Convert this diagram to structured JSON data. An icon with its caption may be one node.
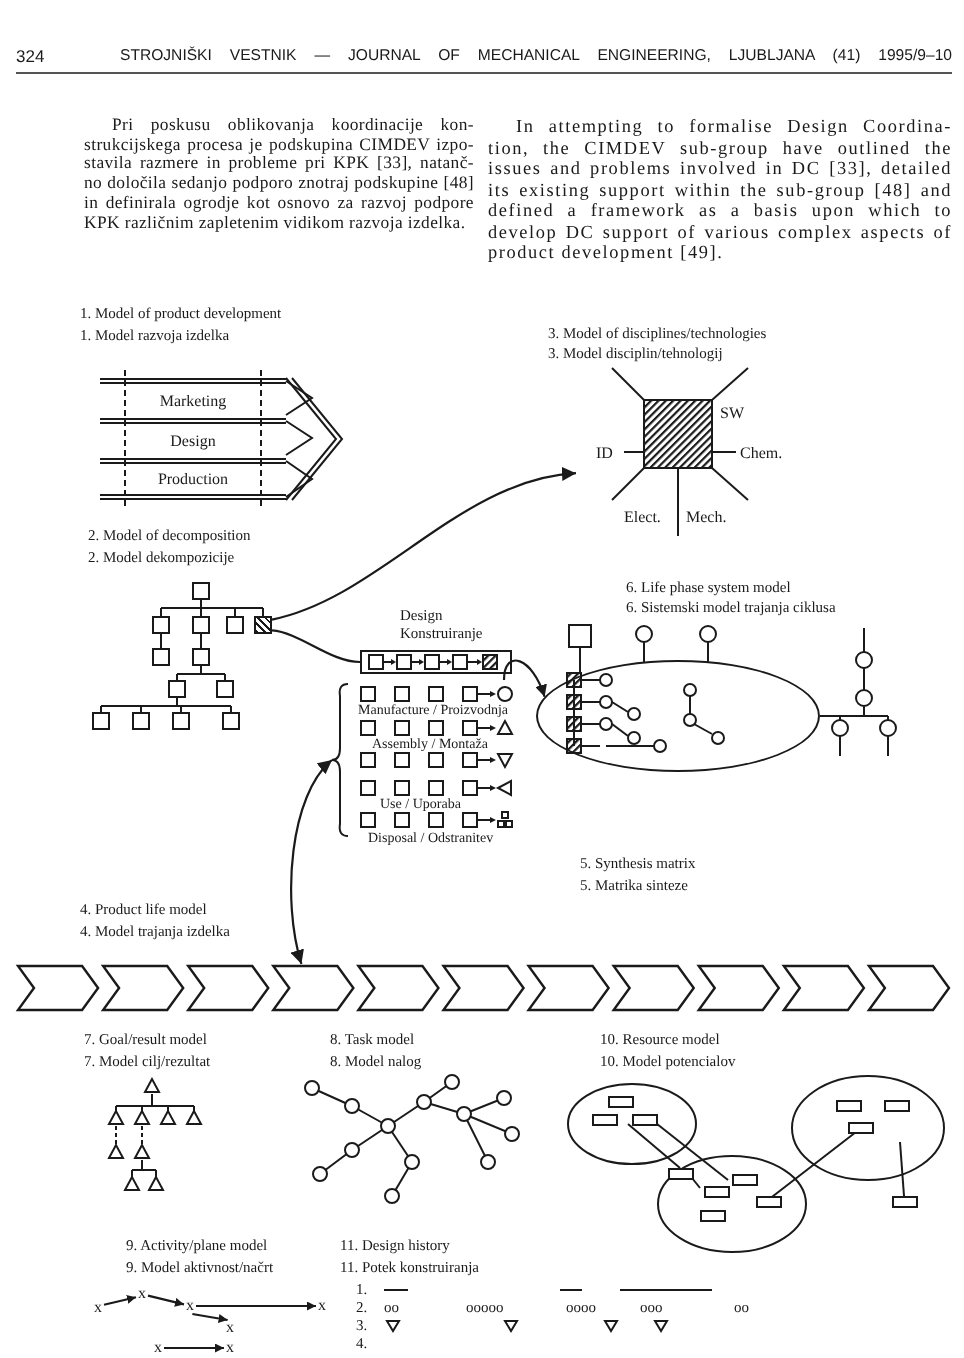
{
  "diagram": {
    "nodes": [
      {
        "text": [
          "Marketing"
        ]
      },
      {
        "text": [
          "Design"
        ]
      },
      {
        "text": [
          "Production"
        ]
      },
      {
        "text": [],
        "shape": "box"
      },
      {
        "text": [
          "Design",
          "Konstruiranje"
        ]
      },
      {
        "text": [
          "SW",
          "ID",
          "Chem.",
          "Elect.",
          "Mech."
        ],
        "beside": [
          "3. Model of disciplines/technologies",
          "3. Model disciplin/tehnologij"
        ]
      },
      {
        "text": [],
        "shape": "ellipse",
        "beside": [
          "6. Life phase system model",
          "6. Sistemski model trajanja ciklusa"
        ]
      },
      {
        "text": [
          "Manufacture / Proizvodnja",
          "Assembly / Montaža",
          "Use / Uporaba",
          "Disposal / Odstranitev"
        ],
        "beside": [
          "5. Synthesis matrix",
          "5. Matrika sinteze"
        ]
      },
      {
        "text": [],
        "shape": "chevron",
        "beside": [
          "4. Product life model",
          "4. Model trajanja izdelka"
        ]
      },
      {
        "text": [
          "x"
        ]
      },
      {
        "text": [
          "x"
        ]
      },
      {
        "text": [
          "x"
        ]
      },
      {
        "text": [
          "x"
        ]
      },
      {
        "text": [
          "x"
        ]
      },
      {
        "text": [
          "x"
        ]
      },
      {
        "text": [
          "x"
        ]
      }
    ],
    "edges": [
      {
        "from": 3,
        "to": 5,
        "arrow": "to"
      },
      {
        "from": 3,
        "to": 4,
        "arrow": "none"
      },
      {
        "from": 7,
        "to": 6,
        "arrow": "to"
      },
      {
        "from": 8,
        "to": 7,
        "arrow": "both"
      },
      {
        "from": 9,
        "to": 10,
        "arrow": "to"
      },
      {
        "from": 10,
        "to": 11,
        "arrow": "to"
      },
      {
        "from": 11,
        "to": 12,
        "arrow": "to"
      },
      {
        "from": 11,
        "to": 13,
        "arrow": "to"
      },
      {
        "from": 14,
        "to": 15,
        "arrow": "to"
      }
    ],
    "labels": [
      "324",
      "STROJNIŠKI VESTNIK — JOURNAL OF MECHANICAL ENGINEERING, LJUBLJANA (41) 1995/9–10",
      "Pri poskusu oblikovanja koordinacije kon- strukcijskega procesa je podskupina CIMDEV izpo- stavila razmere in probleme pri KPK [33], natanč- no določila sedanjo podporo znotraj podskupine [48] in definirala ogrodje kot osnovo za razvoj podpore KPK različnim zapletenim vidikom razvoja izdelka.",
      "In attempting to formalise Design Coordina- tion, the CIMDEV sub-group have outlined the issues and problems involved in DC [33], detailed its existing support within the sub-group [48] and defined a framework as a basis upon which to develop DC support of various complex aspects of product development [49].",
      "1. Model of product development",
      "1. Model razvoja izdelka",
      "2. Model of decomposition",
      "2. Model dekompozicije",
      "7. Goal/result model",
      "7. Model cilj/rezultat",
      "8. Task model",
      "8. Model nalog",
      "10. Resource model",
      "10. Model potencialov",
      "9. Activity/plane model",
      "9. Model aktivnost/načrt",
      "11. Design history",
      "11. Potek konstruiranja",
      "1.",
      "2.",
      "oo",
      "ooooo",
      "oooo",
      "ooo",
      "oo",
      "3.",
      "4."
    ]
  }
}
